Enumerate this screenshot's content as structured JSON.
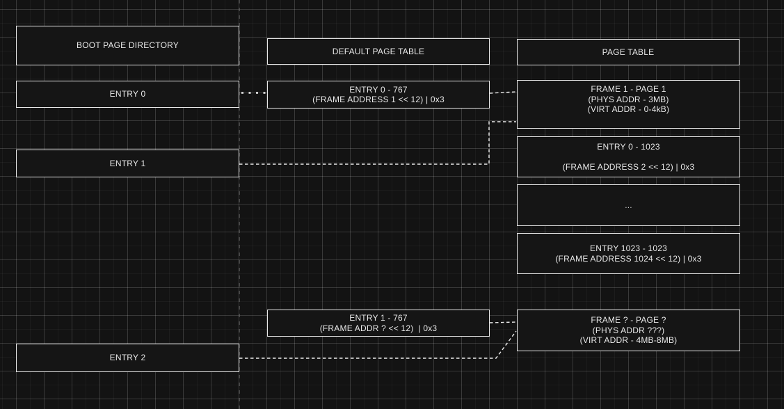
{
  "colors": {
    "background": "#131313",
    "box_fill": "#151515",
    "box_border": "#e8e8e8",
    "text": "#e8e8e8",
    "connector": "#ececec",
    "guide_line": "#6f6f6f"
  },
  "boot_page_directory": {
    "title": "BOOT PAGE DIRECTORY",
    "entry0": "ENTRY 0",
    "entry1": "ENTRY 1",
    "entry2": "ENTRY 2"
  },
  "default_page_table": {
    "title": "DEFAULT PAGE TABLE",
    "entry_0_767": {
      "line1": "ENTRY 0 - 767",
      "line2": "(FRAME ADDRESS 1 << 12) | 0x3"
    },
    "entry_1_767": {
      "line1": "ENTRY 1 - 767",
      "line2": "(FRAME ADDR ? << 12)  | 0x3"
    }
  },
  "page_table": {
    "title": "PAGE TABLE",
    "frame_1_page_1": {
      "line1": "FRAME 1 - PAGE 1",
      "line2": "(PHYS ADDR - 3MB)",
      "line3": "(VIRT ADDR - 0-4kB)"
    },
    "entry_0_1023": {
      "line1": "ENTRY 0 - 1023",
      "line2": "(FRAME ADDRESS 2 << 12) | 0x3"
    },
    "ellipsis": "...",
    "entry_1023_1023": {
      "line1": "ENTRY 1023 - 1023",
      "line2": "(FRAME ADDRESS 1024 << 12) | 0x3"
    },
    "frame_q_page_q": {
      "line1": "FRAME ? - PAGE ?",
      "line2": "(PHYS ADDR ???)",
      "line3": "(VIRT ADDR - 4MB-8MB)"
    }
  }
}
